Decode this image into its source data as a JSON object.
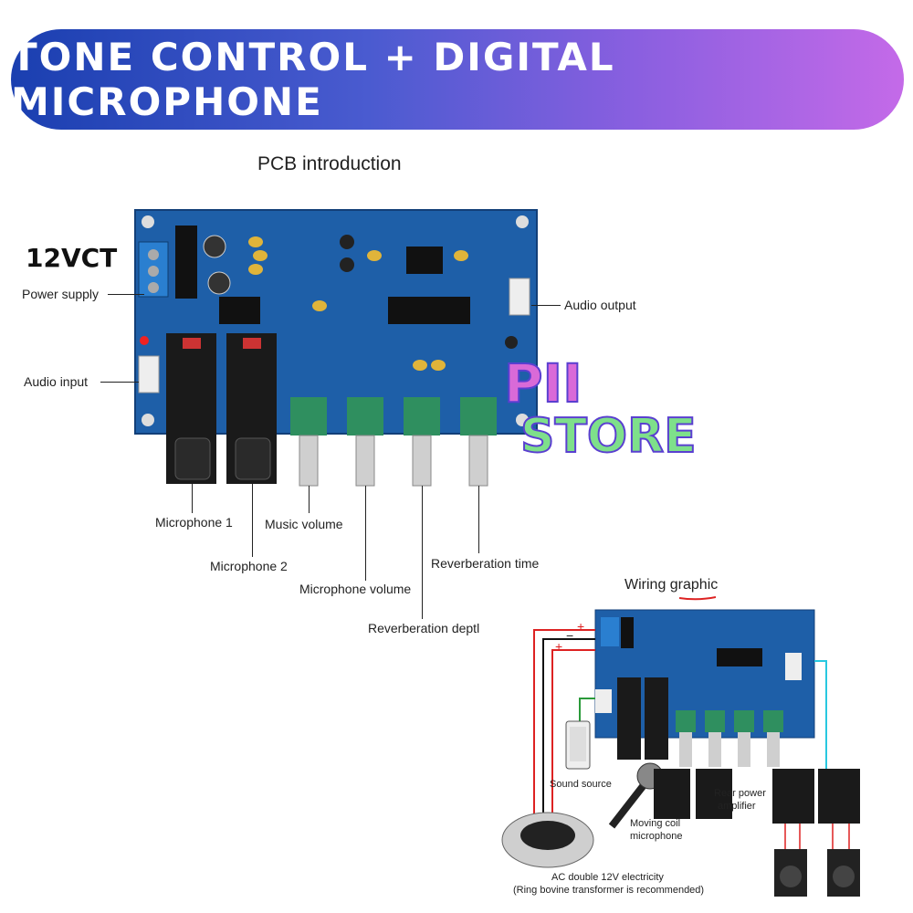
{
  "banner": {
    "title": "Tone Control + Digital Microphone"
  },
  "pcb": {
    "title": "PCB introduction",
    "voltage": "12VCT",
    "labels": {
      "power_supply": "Power supply",
      "audio_input": "Audio input",
      "audio_output": "Audio output",
      "mic1": "Microphone 1",
      "mic2": "Microphone 2",
      "music_volume": "Music volume",
      "mic_volume": "Microphone volume",
      "reverb_depth": "Reverberation deptl",
      "reverb_time": "Reverberation time"
    }
  },
  "store": {
    "line1": "PII",
    "line2": "STORE"
  },
  "wiring": {
    "title": "Wiring graphic",
    "sound_source": "Sound source",
    "moving_coil": "Moving coil",
    "microphone": "microphone",
    "rear_power": "Rear power",
    "amplifier": "amplifier",
    "ac_line1": "AC double 12V electricity",
    "ac_line2": "(Ring bovine transformer is recommended)",
    "plus": "+",
    "minus": "−"
  },
  "colors": {
    "board": "#1e5fa8",
    "knob": "#2f8f5f"
  }
}
